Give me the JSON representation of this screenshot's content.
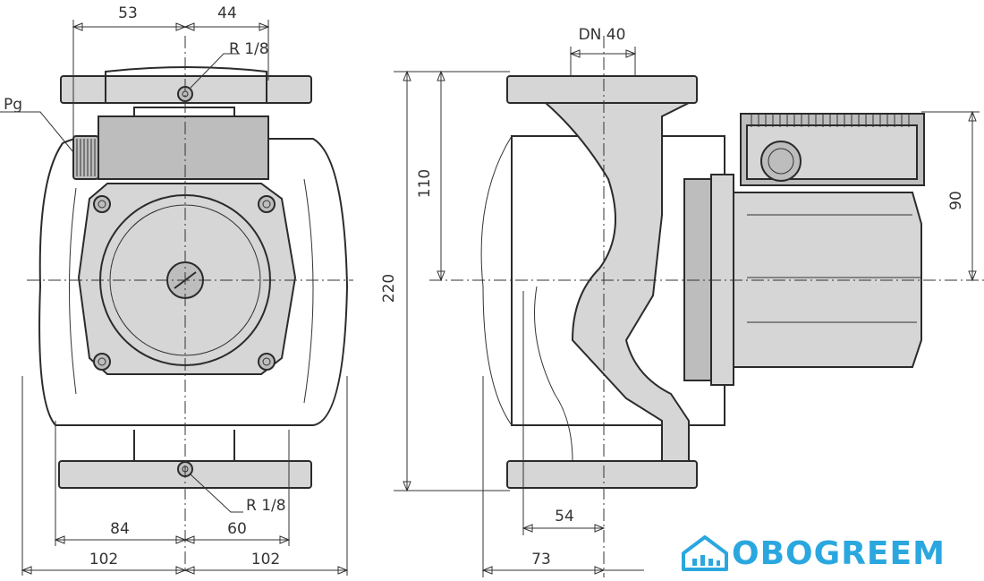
{
  "labels": {
    "pg": "Pg",
    "r_top": "R 1/8",
    "r_bottom": "R 1/8",
    "dn": "DN 40"
  },
  "dimensions": {
    "d53": "53",
    "d44": "44",
    "d84": "84",
    "d60": "60",
    "d102_left": "102",
    "d102_right": "102",
    "d220": "220",
    "d110": "110",
    "d90": "90",
    "d54": "54",
    "d73": "73"
  },
  "brand": {
    "name": "OBOGREEM",
    "color": "#2aa7df",
    "icon": "house-icon"
  }
}
